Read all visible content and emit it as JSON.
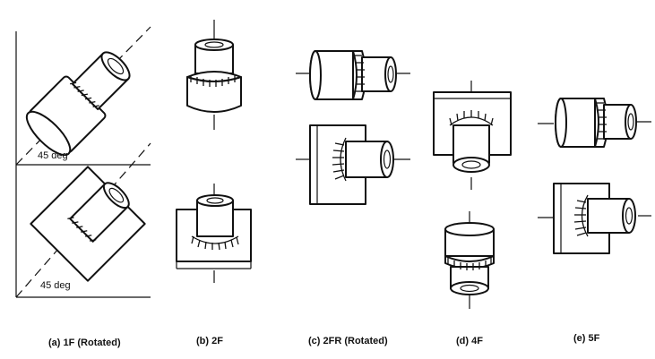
{
  "angle_labels": {
    "upper": "45 deg",
    "lower": "45 deg"
  },
  "captions": {
    "a": "(a) 1F (Rotated)",
    "b": "(b) 2F",
    "c": "(c) 2FR (Rotated)",
    "d": "(d) 4F",
    "e": "(e) 5F"
  }
}
